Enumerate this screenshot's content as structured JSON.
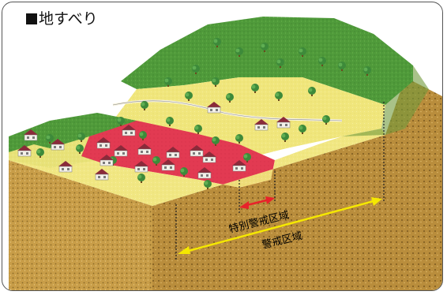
{
  "title": "地すべり",
  "labels": {
    "special_zone": "特別警戒区域",
    "warning_zone": "警戒区域"
  },
  "colors": {
    "special_zone_arrow": "#e8222a",
    "warning_zone_arrow": "#f5e800",
    "red_zone": "#e8344e",
    "yellow_zone": "#f2e97a",
    "green_slope": "#4f9a3a",
    "soil": "#c9a24e"
  }
}
